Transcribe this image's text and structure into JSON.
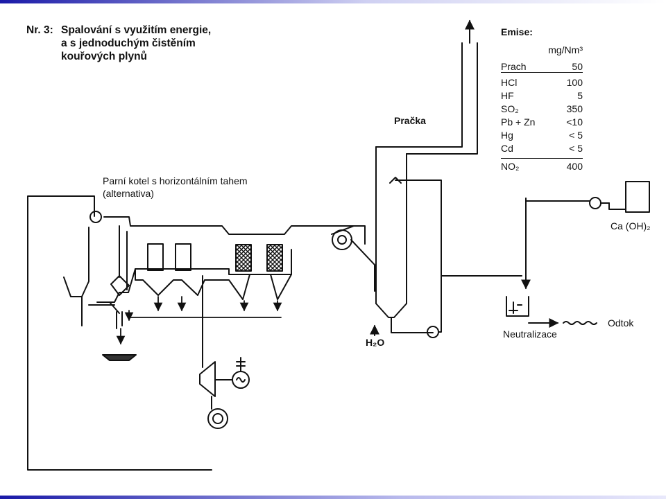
{
  "title": {
    "number": "Nr. 3:",
    "lines": [
      "Spalování s využitím energie,",
      "a s jednoduchým čistěním",
      "kouřových plynů"
    ]
  },
  "labels": {
    "boiler": "Parní kotel s horizontálním tahem",
    "boiler_alt": "(alternativa)",
    "scrubber": "Pračka",
    "water": "H₂O",
    "neutralization": "Neutralizace",
    "outlet": "Odtok",
    "lime": "Ca (OH)₂"
  },
  "emissions": {
    "heading": "Emise:",
    "unit": "mg/Nm³",
    "rows": [
      {
        "name": "Prach",
        "value": "50"
      },
      {
        "name": "HCl",
        "value": "100"
      },
      {
        "name": "HF",
        "value": "5"
      },
      {
        "name": "SO₂",
        "value": "350"
      },
      {
        "name": "Pb + Zn",
        "value": "<10"
      },
      {
        "name": "Hg",
        "value": "< 5"
      },
      {
        "name": "Cd",
        "value": "< 5"
      }
    ],
    "nox": {
      "name": "NO₂",
      "value": "400"
    }
  }
}
